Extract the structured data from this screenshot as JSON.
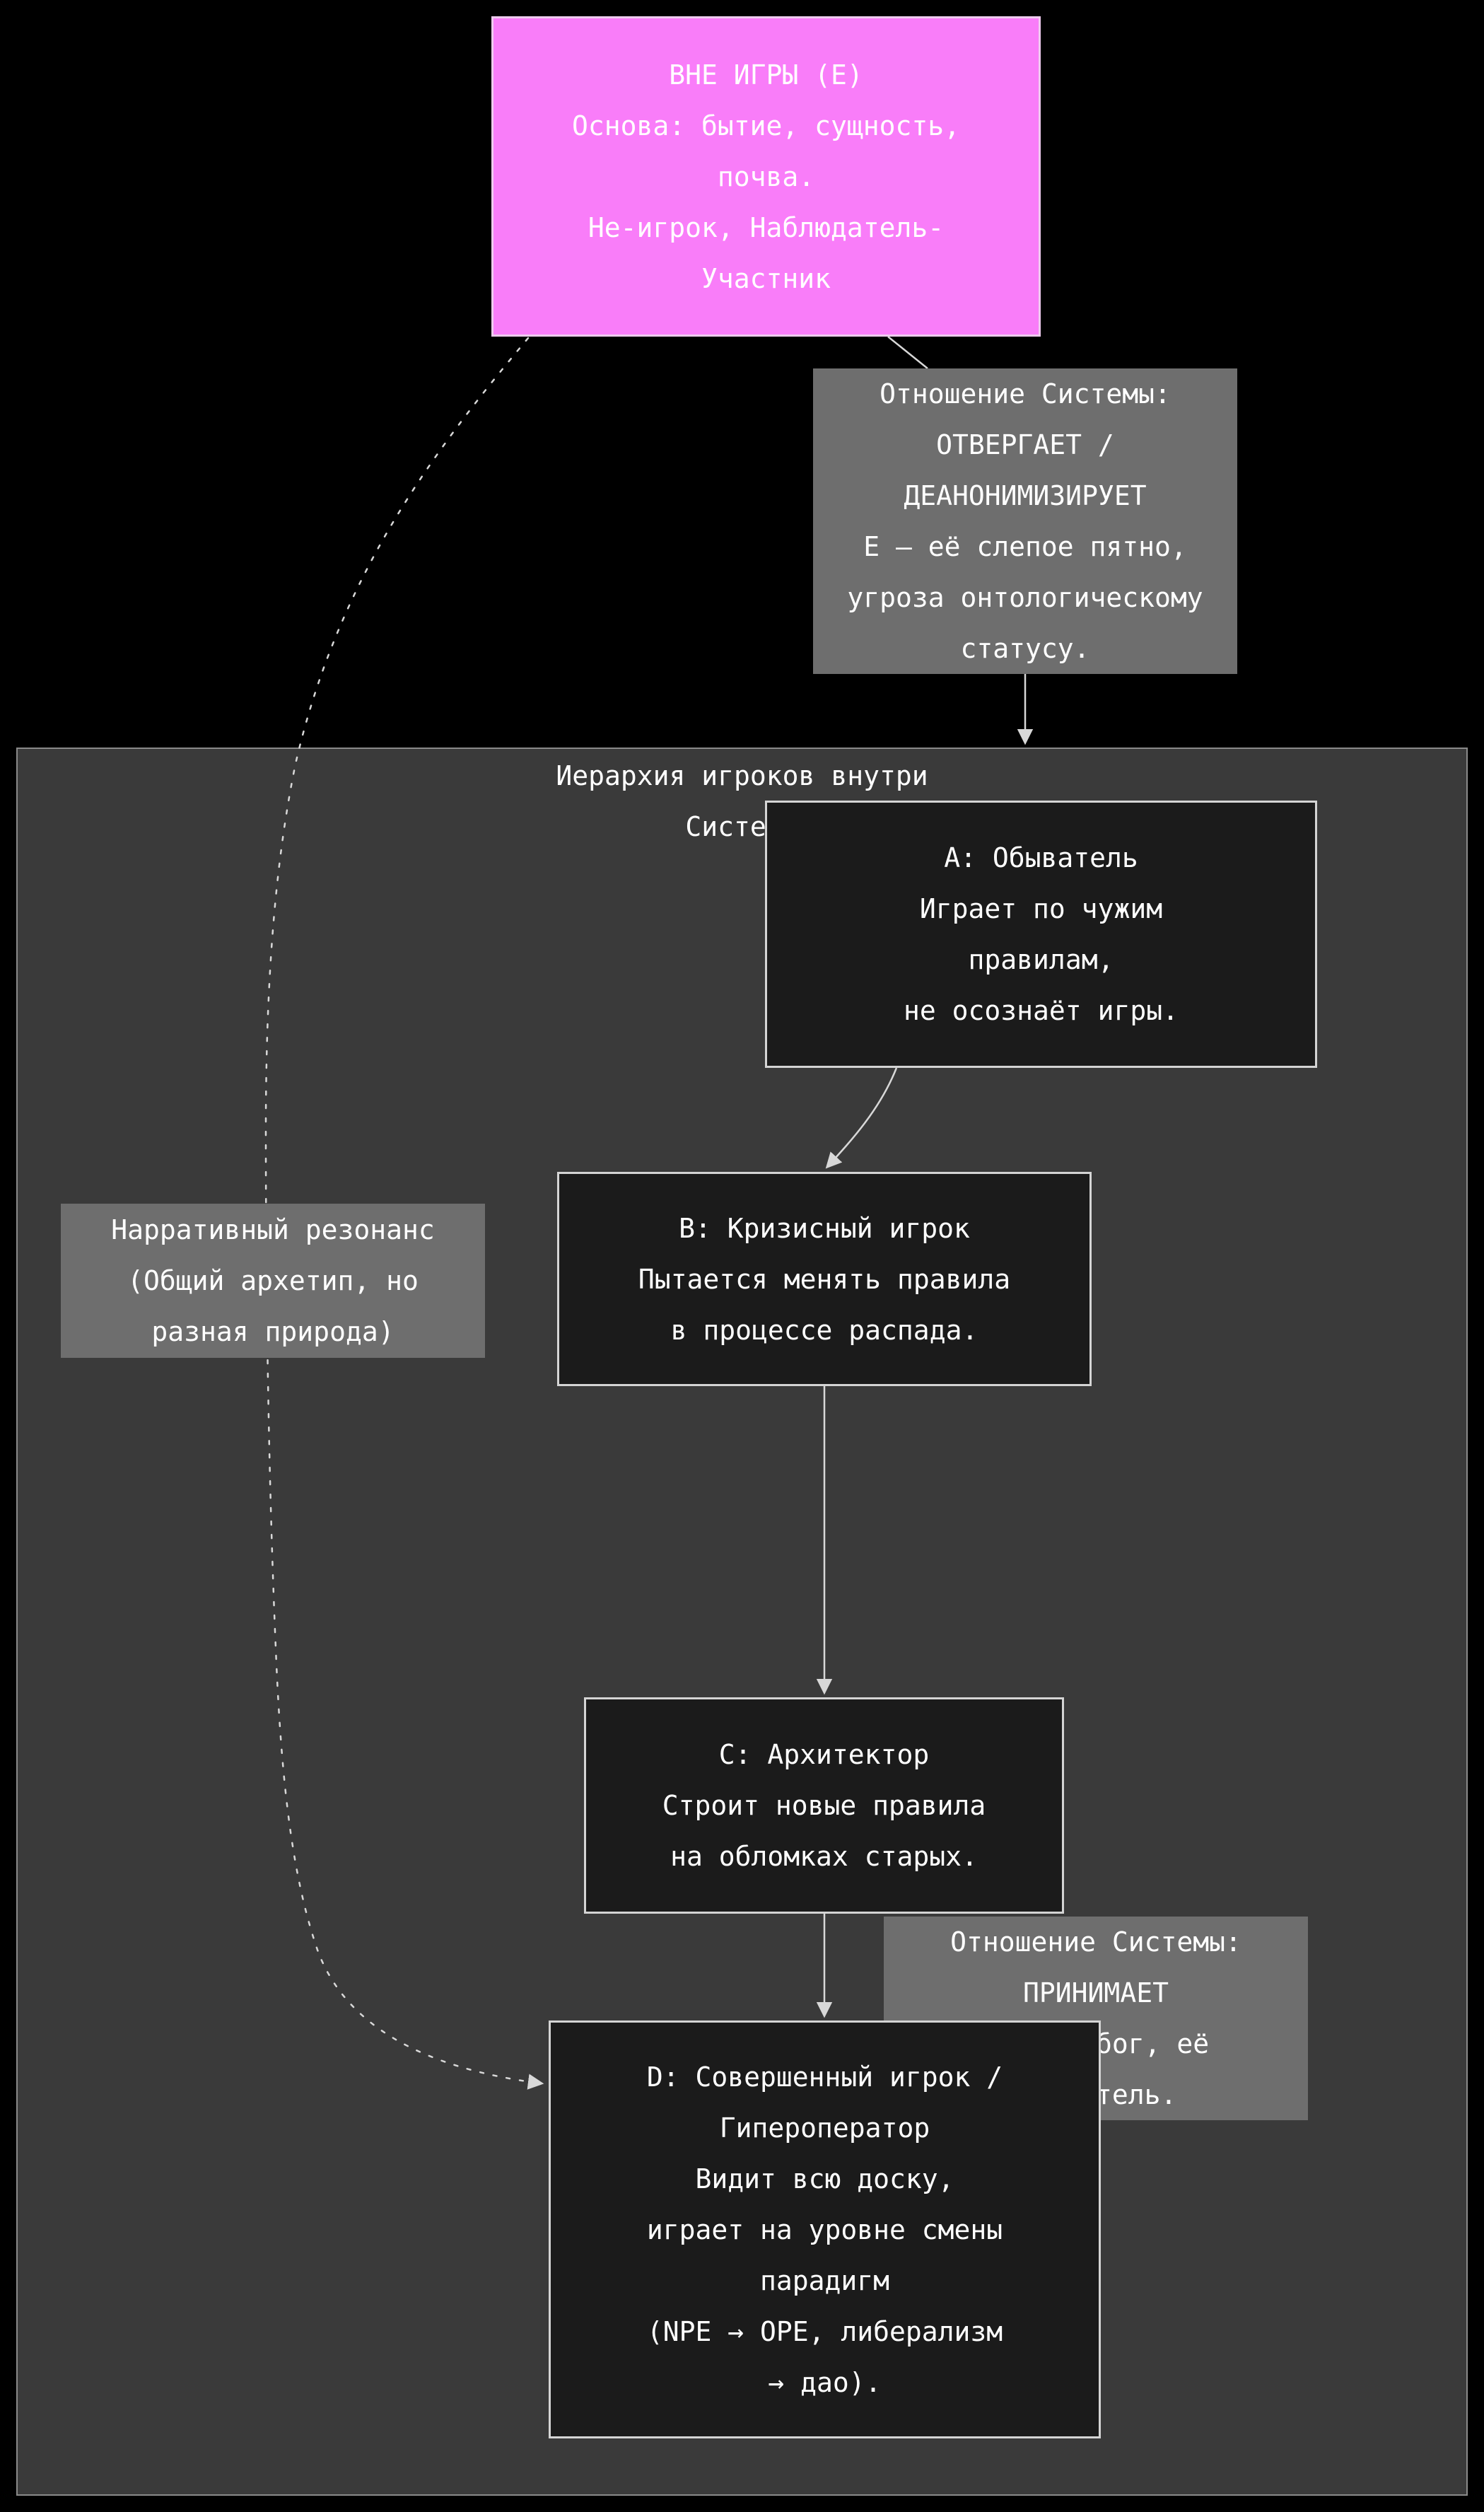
{
  "colors": {
    "bg": "#000000",
    "text": "#ffffff",
    "accent": "#f97df9",
    "accent-border": "#eecbee",
    "node-fill": "#1b1b1b",
    "node-border": "#d4d4d4",
    "cluster-fill": "#3a3a3a",
    "cluster-border": "#8a8a8a",
    "label-fill": "#6e6e6e",
    "edge": "#d8d8d8"
  },
  "diagram": {
    "cluster": {
      "title": "Иерархия игроков внутри\nСистемы"
    },
    "nodes": {
      "e": "ВНЕ ИГРЫ (E)\nОснова: бытие, сущность,\nпочва.\nНе-игрок, Наблюдатель-\nУчастник",
      "a": "A: Обыватель\nИграет по чужим\nправилам,\nне осознаёт игры.",
      "b": "B: Кризисный игрок\nПытается менять правила\nв процессе распада.",
      "c": "C: Архитектор\nСтроит новые правила\nна обломках старых.",
      "d": "D: Совершенный игрок /\nГипероператор\nВидит всю доску,\nиграет на уровне смены\nпарадигм\n(NPE → OPE, либерализм\n→ дао)."
    },
    "labels": {
      "rejects": "Отношение Системы:\nОТВЕРГАЕТ /\nДЕАНОНИМИЗИРУЕТ\nE — её слепое пятно,\nугроза онтологическому\nстатусу.",
      "resonance": "Нарративный резонанс\n(Общий архетип, но\nразная природа)",
      "accepts": "Отношение Системы:\nПРИНИМАЕТ\nD — её бог, её\nсоздатель."
    }
  }
}
